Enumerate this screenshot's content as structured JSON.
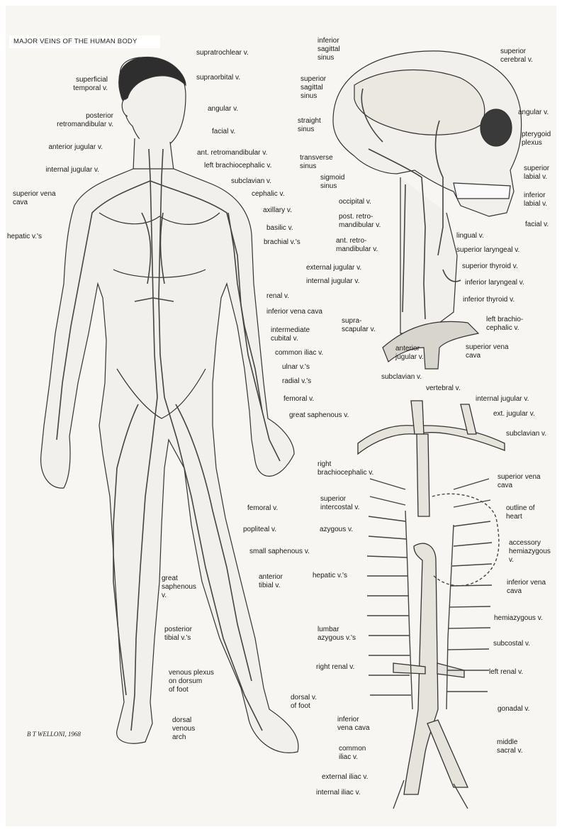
{
  "title": "MAJOR VEINS OF THE HUMAN BODY",
  "artist_signature": "B T WELLONI, 1968",
  "figures": {
    "body": {
      "labels": [
        "supratrochlear v.",
        "superficial\ntemporal v.",
        "supraorbital v.",
        "posterior\nretromandibular v.",
        "angular v.",
        "facial v.",
        "anterior jugular v.",
        "ant. retromandibular v.",
        "left brachiocephalic v.",
        "internal jugular v.",
        "subclavian v.",
        "superior vena\ncava",
        "cephalic v.",
        "axillary v.",
        "hepatic v.'s",
        "basilic v.",
        "brachial v.'s",
        "renal v.",
        "inferior vena cava",
        "intermediate\ncubital v.",
        "common iliac v.",
        "ulnar v.'s",
        "radial v.'s",
        "femoral v.",
        "great saphenous v.",
        "femoral v.",
        "popliteal v.",
        "small saphenous v.",
        "great\nsaphenous\nv.",
        "anterior\ntibial v.",
        "posterior\ntibial v.'s",
        "venous plexus\non dorsum\nof foot",
        "dorsal v.\nof foot",
        "dorsal\nvenous\narch"
      ]
    },
    "head": {
      "labels": [
        "inferior\nsagittal\nsinus",
        "superior\ncerebral v.",
        "superior\nsagittal\nsinus",
        "angular v.",
        "straight\nsinus",
        "pterygoid\nplexus",
        "transverse\nsinus",
        "superior\nlabial v.",
        "sigmoid\nsinus",
        "inferior\nlabial v.",
        "occipital v.",
        "post. retro-\nmandibular v.",
        "facial v.",
        "lingual v.",
        "ant. retro-\nmandibular v.",
        "superior laryngeal v.",
        "external jugular v.",
        "superior thyroid v.",
        "internal jugular v.",
        "inferior laryngeal v.",
        "inferior thyroid v.",
        "supra-\nscapular v.",
        "left brachio-\ncephalic v.",
        "anterior\njugular v.",
        "superior vena\ncava",
        "subclavian v."
      ]
    },
    "trunk": {
      "labels": [
        "vertebral v.",
        "internal jugular v.",
        "ext. jugular v.",
        "subclavian v.",
        "right\nbrachiocephalic v.",
        "superior vena\ncava",
        "superior\nintercostal v.",
        "outline of\nheart",
        "azygous v.",
        "accessory\nhemiazygous\nv.",
        "hepatic v.'s",
        "inferior vena\ncava",
        "hemiazygous v.",
        "lumbar\nazygous v.'s",
        "subcostal v.",
        "right renal v.",
        "left renal v.",
        "gonadal v.",
        "inferior\nvena cava",
        "middle\nsacral v.",
        "common\niliac v.",
        "external iliac v.",
        "internal iliac v."
      ]
    }
  }
}
